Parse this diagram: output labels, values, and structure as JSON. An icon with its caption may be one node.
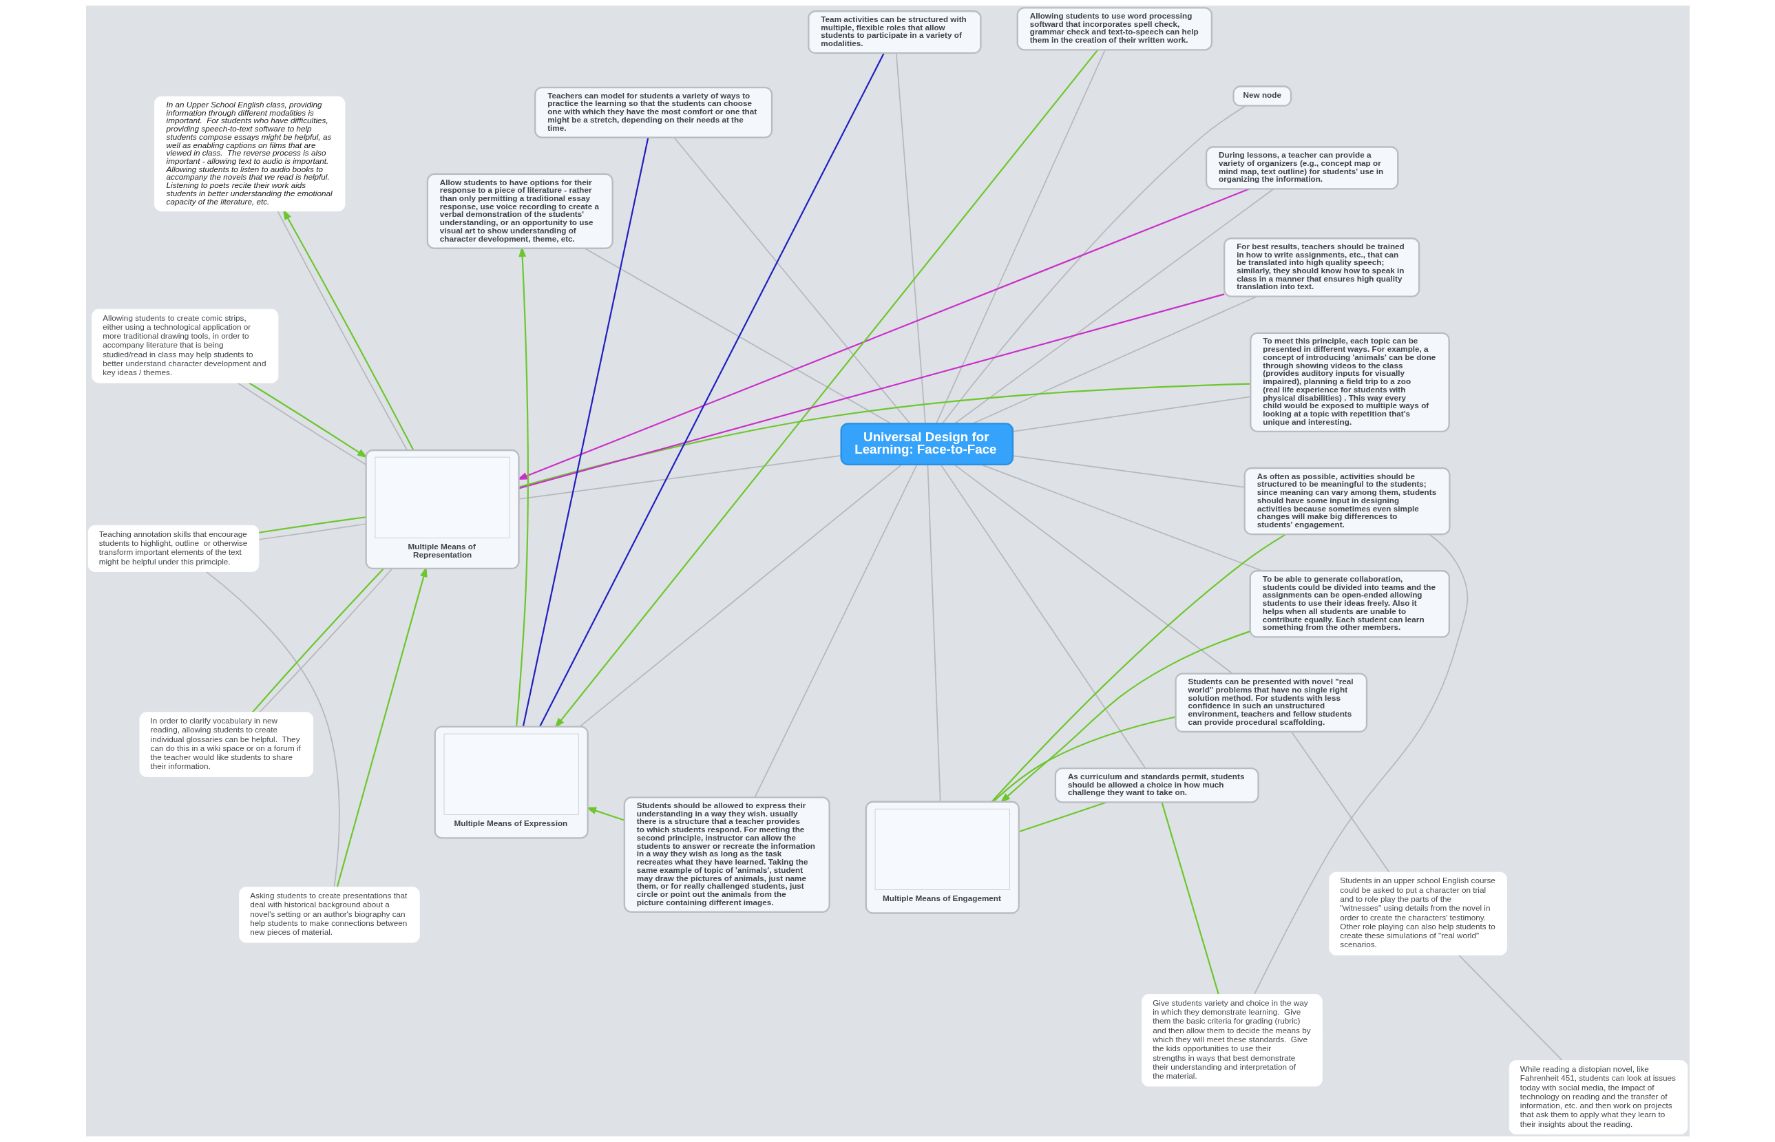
{
  "diagram": {
    "nodes": [
      {
        "text": [
          "Universal Design for Learning: Face-to-Face"
        ]
      },
      {
        "text": [
          "To meet this principle, each topic can be presented in different ways. For example, a concept of introducing 'animals' can be done through showing videos to the class (provides auditory inputs for visually impaired), planning a field trip to a zoo (real life experience for students with physical disabilities) . This way every child would be exposed to multiple ways of looking at a topic with repetition that's unique and interesting."
        ]
      },
      {
        "text": [
          "For best results, teachers should be trained in how to write assignments, etc., that can be translated into high quality speech; similarly, they should know how to speak in class in a manner that ensures high quality translation into text."
        ]
      },
      {
        "text": [
          "During lessons, a teacher can provide a variety of organizers (e.g., concept map or mind map, text outline) for students' use in organizing the information."
        ]
      },
      {
        "text": [
          "New node"
        ]
      },
      {
        "text": [
          "Allowing students to use word processing softward that incorporates spell check, grammar check and text-to-speech can help them in the creation of their written work."
        ]
      },
      {
        "text": [
          "Team activities can be structured with multiple, flexible roles that allow students to participate in a variety of modalities."
        ]
      },
      {
        "text": [
          "Teachers can model for students a variety of ways to practice the learning so that the students can choose one with which they have the most comfort or one that might be a stretch, depending on their needs at the time."
        ]
      },
      {
        "text": [
          "Allow students to have options for their response to a piece of literature - rather than only permitting a traditional essay response, use voice recording to create a verbal demonstration of the students' understanding, or an opportunity to use visual art to show understanding of character development, theme, etc."
        ]
      },
      {
        "text": [
          "In an Upper School English class, providing information through different modalities is important.  For students who have difficulties, providing speech-to-text software to help students compose essays might be helpful, as well as enabling captions on films that are viewed in class.  The reverse process is also important - allowing text to audio is important. Allowing students to listen to audio books to accompany the novels that we read is helpful. Listening to poets recite their work aids students in better understanding the emotional capacity of the literature, etc."
        ]
      },
      {
        "text": [
          "Multiple Means of Representation"
        ]
      },
      {
        "text": [
          "Allowing students to create comic strips, either using a technological application or more traditional drawing tools, in order to accompany literature that is being studied/read in class may help students to better understand character development and key ideas / themes."
        ]
      },
      {
        "text": [
          "Asking students to create presentations that deal with historical background about a novel's setting or an author's biography can help students to make connections between new pieces of material."
        ]
      },
      {
        "text": [
          "Teaching annotation skills that encourage students to highlight, outline  or otherwise transform important elements of the text might be helpful under this primciple."
        ]
      },
      {
        "text": [
          "In order to clarify vocabulary in new reading, allowing students to create individual glossaries can be helpful.  They can do this in a wiki space or on a forum if the teacher would like students to share their information."
        ]
      },
      {
        "text": [
          "Multiple Means of Expression"
        ]
      },
      {
        "text": [
          "Students should be allowed to express their understanding in a way they wish. usually there is a structure that a teacher provides to which students respond. For meeting the second principle, instructor can allow the students to answer or recreate the information in a way they wish as long as the task recreates what they have learned. Taking the same example of topic of 'animals', student may draw the pictures of animals, just name them, or for really challenged students, just circle or point out the animals from the picture containing different images."
        ]
      },
      {
        "text": [
          "Multiple Means of Engagement"
        ]
      },
      {
        "text": [
          "As curriculum and standards permit, students should be allowed a choice in how much challenge they want to take on."
        ]
      },
      {
        "text": [
          "While reading a distopian novel, like Fahrenheit 451, students can look at issues today with social media, the impact of technology on reading and the transfer of information, etc. and then work on projects that ask them to apply what they learn to their insights about the reading."
        ]
      },
      {
        "text": [
          "Students in an upper school English course could be asked to put a character on trial and to role play the parts of the \"witnesses\" using details from the novel in order to create the characters' testimony. Other role playing can also help students to create these simulations of \"real world\" scenarios."
        ]
      },
      {
        "text": [
          "Students can be presented with novel \"real world\" problems that have no single right solution method. For students with less confidence in such an unstructured environment, teachers and fellow students can provide procedural scaffolding."
        ]
      },
      {
        "text": [
          "To be able to generate collaboration, students could be divided into teams and the assignments can be open-ended allowing students to use their ideas freely. Also it helps when all students are unable to contribute equally. Each student can learn something from the other members."
        ]
      },
      {
        "text": [
          "Give students variety and choice in the way in which they demonstrate learning.  Give them the basic criteria for grading (rubric) and then allow them to decide the means by which they will meet these standards.  Give the kids opportunities to use their strengths in ways that best demonstrate their understanding and interpretation of the material."
        ]
      },
      {
        "text": [
          "As often as possible, activities should be structured to be meaningful to the students; since meaning can vary among them, students should have some input in designing activities because sometimes even simple changes will make big differences to students' engagement."
        ]
      }
    ],
    "edges": [
      {
        "from": 0,
        "to": 1,
        "arrow": "none"
      },
      {
        "from": 0,
        "to": 2,
        "arrow": "none"
      },
      {
        "from": 0,
        "to": 3,
        "arrow": "none"
      },
      {
        "from": 0,
        "to": 4,
        "arrow": "none"
      },
      {
        "from": 0,
        "to": 5,
        "arrow": "none"
      },
      {
        "from": 0,
        "to": 6,
        "arrow": "none"
      },
      {
        "from": 0,
        "to": 7,
        "arrow": "none"
      },
      {
        "from": 0,
        "to": 8,
        "arrow": "none"
      },
      {
        "from": 0,
        "to": 10,
        "arrow": "none"
      },
      {
        "from": 0,
        "to": 15,
        "arrow": "none"
      },
      {
        "from": 0,
        "to": 16,
        "arrow": "none"
      },
      {
        "from": 0,
        "to": 17,
        "arrow": "none"
      },
      {
        "from": 0,
        "to": 18,
        "arrow": "none"
      },
      {
        "from": 0,
        "to": 21,
        "arrow": "none"
      },
      {
        "from": 0,
        "to": 24,
        "arrow": "none"
      },
      {
        "from": 0,
        "to": 22,
        "arrow": "none"
      },
      {
        "from": 10,
        "to": 9,
        "arrow": "none"
      },
      {
        "from": 10,
        "to": 11,
        "arrow": "none"
      },
      {
        "from": 10,
        "to": 13,
        "arrow": "none"
      },
      {
        "from": 10,
        "to": 14,
        "arrow": "none"
      },
      {
        "from": 13,
        "to": 12,
        "arrow": "none"
      },
      {
        "from": 21,
        "to": 20,
        "arrow": "none"
      },
      {
        "from": 20,
        "to": 19,
        "arrow": "none"
      },
      {
        "from": 24,
        "to": 23,
        "arrow": "none"
      },
      {
        "from": 10,
        "to": 1,
        "arrow": "none",
        "color": "#6cc72c"
      },
      {
        "from": 10,
        "to": 2,
        "arrow": "none",
        "color": "#c930c9"
      },
      {
        "from": 3,
        "to": 10,
        "arrow": "to",
        "color": "#c930c9"
      },
      {
        "from": 10,
        "to": 9,
        "arrow": "to",
        "color": "#6cc72c"
      },
      {
        "from": 11,
        "to": 10,
        "arrow": "to",
        "color": "#6cc72c"
      },
      {
        "from": 12,
        "to": 10,
        "arrow": "to",
        "color": "#6cc72c"
      },
      {
        "from": 13,
        "to": 10,
        "arrow": "none",
        "color": "#6cc72c"
      },
      {
        "from": 14,
        "to": 10,
        "arrow": "none",
        "color": "#6cc72c"
      },
      {
        "from": 5,
        "to": 15,
        "arrow": "to",
        "color": "#6cc72c"
      },
      {
        "from": 15,
        "to": 8,
        "arrow": "to",
        "color": "#6cc72c"
      },
      {
        "from": 15,
        "to": 6,
        "arrow": "none",
        "color": "#2020c0"
      },
      {
        "from": 15,
        "to": 7,
        "arrow": "none",
        "color": "#2020c0"
      },
      {
        "from": 16,
        "to": 15,
        "arrow": "to",
        "color": "#6cc72c"
      },
      {
        "from": 22,
        "to": 17,
        "arrow": "to",
        "color": "#6cc72c"
      },
      {
        "from": 17,
        "to": 18,
        "arrow": "none",
        "color": "#6cc72c"
      },
      {
        "from": 17,
        "to": 21,
        "arrow": "none",
        "color": "#6cc72c"
      },
      {
        "from": 17,
        "to": 24,
        "arrow": "none",
        "color": "#6cc72c"
      },
      {
        "from": 23,
        "to": 18,
        "arrow": "none",
        "color": "#6cc72c"
      }
    ]
  }
}
